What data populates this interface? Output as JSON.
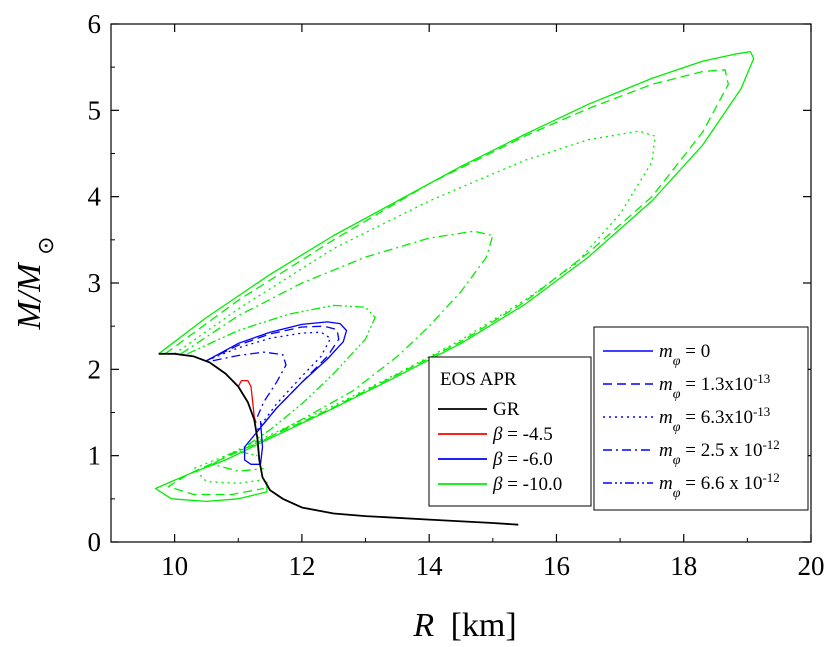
{
  "chart_data": {
    "type": "line",
    "xlabel_var": "R",
    "xlabel_unit": "[km]",
    "ylabel_var": "M/M",
    "ylabel_sub": "⊙",
    "xlim": [
      9,
      20
    ],
    "ylim": [
      0,
      6
    ],
    "xticks": [
      "10",
      "12",
      "14",
      "16",
      "18",
      "20"
    ],
    "yticks": [
      "0",
      "1",
      "2",
      "3",
      "4",
      "5",
      "6"
    ],
    "grid": false,
    "legend_left": {
      "placement": "lower-center",
      "title": "EOS APR",
      "entries": [
        {
          "label": "GR",
          "color": "#000000"
        },
        {
          "label_var": "β",
          "label_val": " = -4.5",
          "color": "#ff0000"
        },
        {
          "label_var": "β",
          "label_val": " = -6.0",
          "color": "#0000ff"
        },
        {
          "label_var": "β",
          "label_val": " = -10.0",
          "color": "#00ee00"
        }
      ]
    },
    "legend_right": {
      "placement": "lower-right",
      "entries": [
        {
          "label_var": "m",
          "label_sub": "φ",
          "label_val": " = 0",
          "dash": "solid"
        },
        {
          "label_var": "m",
          "label_sub": "φ",
          "label_val": " = 1.3x10",
          "label_sup": "-13",
          "dash": "dash"
        },
        {
          "label_var": "m",
          "label_sub": "φ",
          "label_val": " = 6.3x10",
          "label_sup": "-13",
          "dash": "dot"
        },
        {
          "label_var": "m",
          "label_sub": "φ",
          "label_val": " = 2.5 x 10",
          "label_sup": "-12",
          "dash": "dashdot"
        },
        {
          "label_var": "m",
          "label_sub": "φ",
          "label_val": " = 6.6 x 10",
          "label_sup": "-12",
          "dash": "dashdotdot"
        }
      ]
    },
    "gr_curve": {
      "color": "#000000",
      "points": [
        [
          9.75,
          2.18
        ],
        [
          10.0,
          2.18
        ],
        [
          10.3,
          2.15
        ],
        [
          10.55,
          2.08
        ],
        [
          10.8,
          1.95
        ],
        [
          11.0,
          1.8
        ],
        [
          11.15,
          1.62
        ],
        [
          11.25,
          1.42
        ],
        [
          11.3,
          1.2
        ],
        [
          11.33,
          0.95
        ],
        [
          11.38,
          0.75
        ],
        [
          11.5,
          0.6
        ],
        [
          11.7,
          0.5
        ],
        [
          12.0,
          0.4
        ],
        [
          12.5,
          0.33
        ],
        [
          13.0,
          0.3
        ],
        [
          14.0,
          0.26
        ],
        [
          15.0,
          0.22
        ],
        [
          15.4,
          0.2
        ]
      ]
    },
    "series": [
      {
        "beta": "-4.5",
        "m": "0",
        "color": "#ff0000",
        "dash": "solid",
        "points": [
          [
            11.0,
            1.8
          ],
          [
            11.05,
            1.87
          ],
          [
            11.15,
            1.87
          ],
          [
            11.2,
            1.8
          ],
          [
            11.23,
            1.6
          ],
          [
            11.25,
            1.45
          ],
          [
            11.28,
            1.38
          ]
        ]
      },
      {
        "beta": "-6.0",
        "m": "0",
        "color": "#0000ff",
        "dash": "solid",
        "points": [
          [
            10.5,
            2.1
          ],
          [
            11.0,
            2.3
          ],
          [
            11.5,
            2.43
          ],
          [
            12.0,
            2.52
          ],
          [
            12.4,
            2.55
          ],
          [
            12.6,
            2.53
          ],
          [
            12.7,
            2.45
          ],
          [
            12.65,
            2.32
          ],
          [
            12.4,
            2.12
          ],
          [
            12.0,
            1.85
          ],
          [
            11.6,
            1.55
          ],
          [
            11.3,
            1.28
          ],
          [
            11.1,
            1.1
          ],
          [
            11.1,
            0.95
          ],
          [
            11.2,
            0.9
          ],
          [
            11.35,
            0.9
          ],
          [
            11.38,
            1.1
          ],
          [
            11.35,
            1.4
          ]
        ]
      },
      {
        "beta": "-6.0",
        "m": "1.3e-13",
        "color": "#0000ff",
        "dash": "dash",
        "points": [
          [
            10.5,
            2.1
          ],
          [
            11.0,
            2.28
          ],
          [
            11.5,
            2.41
          ],
          [
            12.0,
            2.49
          ],
          [
            12.35,
            2.5
          ],
          [
            12.55,
            2.46
          ],
          [
            12.58,
            2.35
          ],
          [
            12.4,
            2.15
          ],
          [
            12.0,
            1.85
          ],
          [
            11.6,
            1.55
          ],
          [
            11.3,
            1.28
          ]
        ]
      },
      {
        "beta": "-6.0",
        "m": "6.3e-13",
        "color": "#0000ff",
        "dash": "dot",
        "points": [
          [
            10.5,
            2.1
          ],
          [
            11.0,
            2.25
          ],
          [
            11.5,
            2.36
          ],
          [
            12.0,
            2.42
          ],
          [
            12.3,
            2.43
          ],
          [
            12.45,
            2.36
          ],
          [
            12.3,
            2.15
          ],
          [
            12.0,
            1.92
          ],
          [
            11.6,
            1.6
          ],
          [
            11.3,
            1.3
          ]
        ]
      },
      {
        "beta": "-6.0",
        "m": "2.5e-12",
        "color": "#0000ff",
        "dash": "dashdot",
        "points": [
          [
            10.6,
            2.1
          ],
          [
            11.0,
            2.16
          ],
          [
            11.4,
            2.2
          ],
          [
            11.7,
            2.17
          ],
          [
            11.75,
            2.05
          ],
          [
            11.6,
            1.85
          ],
          [
            11.4,
            1.62
          ],
          [
            11.3,
            1.45
          ]
        ]
      },
      {
        "beta": "-10.0",
        "m": "0",
        "color": "#00ee00",
        "dash": "solid",
        "points": [
          [
            9.75,
            2.18
          ],
          [
            10.5,
            2.6
          ],
          [
            11.5,
            3.1
          ],
          [
            12.5,
            3.55
          ],
          [
            13.5,
            3.95
          ],
          [
            14.5,
            4.35
          ],
          [
            15.5,
            4.72
          ],
          [
            16.5,
            5.07
          ],
          [
            17.5,
            5.37
          ],
          [
            18.3,
            5.57
          ],
          [
            18.8,
            5.65
          ],
          [
            19.05,
            5.68
          ],
          [
            19.1,
            5.6
          ],
          [
            18.9,
            5.25
          ],
          [
            18.3,
            4.6
          ],
          [
            17.5,
            3.95
          ],
          [
            16.5,
            3.3
          ],
          [
            15.5,
            2.75
          ],
          [
            14.5,
            2.3
          ],
          [
            13.5,
            1.92
          ],
          [
            12.5,
            1.55
          ],
          [
            11.5,
            1.2
          ],
          [
            10.8,
            0.95
          ],
          [
            10.2,
            0.78
          ],
          [
            9.7,
            0.62
          ],
          [
            9.95,
            0.5
          ],
          [
            10.5,
            0.47
          ],
          [
            11.0,
            0.5
          ],
          [
            11.45,
            0.58
          ],
          [
            11.45,
            0.7
          ]
        ]
      },
      {
        "beta": "-10.0",
        "m": "1.3e-13",
        "color": "#00ee00",
        "dash": "dash",
        "points": [
          [
            9.85,
            2.18
          ],
          [
            11.0,
            2.8
          ],
          [
            12.5,
            3.5
          ],
          [
            14.0,
            4.15
          ],
          [
            15.5,
            4.7
          ],
          [
            16.5,
            5.02
          ],
          [
            17.5,
            5.3
          ],
          [
            18.3,
            5.45
          ],
          [
            18.65,
            5.47
          ],
          [
            18.7,
            5.3
          ],
          [
            18.3,
            4.75
          ],
          [
            17.5,
            4.0
          ],
          [
            16.5,
            3.35
          ],
          [
            15.5,
            2.78
          ],
          [
            14.5,
            2.32
          ],
          [
            13.5,
            1.94
          ],
          [
            12.5,
            1.56
          ],
          [
            11.5,
            1.22
          ],
          [
            10.8,
            0.98
          ],
          [
            10.2,
            0.78
          ],
          [
            9.9,
            0.64
          ],
          [
            10.3,
            0.55
          ],
          [
            10.9,
            0.55
          ],
          [
            11.4,
            0.62
          ]
        ]
      },
      {
        "beta": "-10.0",
        "m": "6.3e-13",
        "color": "#00ee00",
        "dash": "dot",
        "points": [
          [
            10.0,
            2.18
          ],
          [
            11.0,
            2.7
          ],
          [
            12.5,
            3.4
          ],
          [
            14.0,
            3.95
          ],
          [
            15.5,
            4.42
          ],
          [
            16.5,
            4.66
          ],
          [
            17.3,
            4.76
          ],
          [
            17.55,
            4.7
          ],
          [
            17.5,
            4.4
          ],
          [
            17.0,
            3.8
          ],
          [
            16.3,
            3.22
          ],
          [
            15.5,
            2.8
          ],
          [
            14.5,
            2.34
          ],
          [
            13.5,
            1.95
          ],
          [
            12.5,
            1.58
          ],
          [
            11.5,
            1.24
          ],
          [
            10.8,
            1.0
          ],
          [
            10.3,
            0.85
          ],
          [
            10.5,
            0.7
          ],
          [
            11.0,
            0.68
          ],
          [
            11.4,
            0.72
          ]
        ]
      },
      {
        "beta": "-10.0",
        "m": "2.5e-12",
        "color": "#00ee00",
        "dash": "dashdot",
        "points": [
          [
            10.1,
            2.18
          ],
          [
            11.0,
            2.62
          ],
          [
            12.0,
            3.0
          ],
          [
            13.0,
            3.3
          ],
          [
            14.0,
            3.52
          ],
          [
            14.7,
            3.6
          ],
          [
            15.0,
            3.55
          ],
          [
            14.9,
            3.3
          ],
          [
            14.5,
            2.9
          ],
          [
            14.0,
            2.5
          ],
          [
            13.5,
            2.15
          ],
          [
            12.8,
            1.75
          ],
          [
            12.0,
            1.42
          ],
          [
            11.3,
            1.14
          ],
          [
            10.8,
            1.0
          ],
          [
            10.6,
            0.9
          ],
          [
            11.0,
            0.82
          ],
          [
            11.4,
            0.85
          ]
        ]
      },
      {
        "beta": "-10.0",
        "m": "6.6e-12",
        "color": "#00ee00",
        "dash": "dashdotdot",
        "points": [
          [
            10.2,
            2.18
          ],
          [
            11.0,
            2.45
          ],
          [
            11.8,
            2.64
          ],
          [
            12.5,
            2.74
          ],
          [
            13.0,
            2.72
          ],
          [
            13.15,
            2.6
          ],
          [
            13.0,
            2.35
          ],
          [
            12.5,
            1.95
          ],
          [
            12.0,
            1.6
          ],
          [
            11.5,
            1.3
          ],
          [
            11.2,
            1.15
          ],
          [
            11.0,
            1.05
          ],
          [
            11.3,
            1.0
          ]
        ]
      }
    ]
  }
}
